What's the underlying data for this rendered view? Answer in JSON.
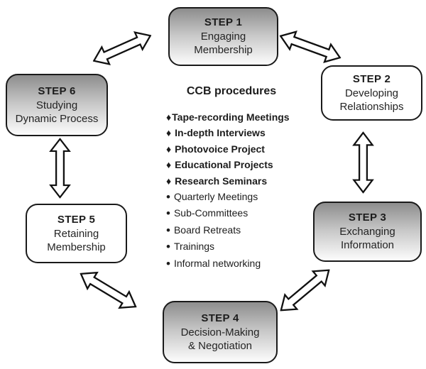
{
  "diagram": {
    "center": {
      "heading": "CCB procedures",
      "items": [
        {
          "bullet": "♦",
          "text": "Tape-recording Meetings",
          "bold": true
        },
        {
          "bullet": "♦",
          "text": "In-depth Interviews",
          "bold": true
        },
        {
          "bullet": "♦",
          "text": "Photovoice Project",
          "bold": true
        },
        {
          "bullet": "♦",
          "text": "Educational Projects",
          "bold": true
        },
        {
          "bullet": "♦",
          "text": "Research Seminars",
          "bold": true
        },
        {
          "bullet": "•",
          "text": "Quarterly Meetings",
          "bold": false
        },
        {
          "bullet": "•",
          "text": "Sub-Committees",
          "bold": false
        },
        {
          "bullet": "•",
          "text": "Board Retreats",
          "bold": false
        },
        {
          "bullet": "•",
          "text": "Trainings",
          "bold": false
        },
        {
          "bullet": "•",
          "text": "Informal networking",
          "bold": false
        }
      ]
    },
    "steps": [
      {
        "label": "STEP 1",
        "lines": [
          "Engaging",
          "Membership"
        ],
        "fill": "gradient"
      },
      {
        "label": "STEP 2",
        "lines": [
          "Developing",
          "Relationships"
        ],
        "fill": "white"
      },
      {
        "label": "STEP 3",
        "lines": [
          "Exchanging",
          "Information"
        ],
        "fill": "gradient"
      },
      {
        "label": "STEP 4",
        "lines": [
          "Decision-Making",
          "& Negotiation"
        ],
        "fill": "gradient"
      },
      {
        "label": "STEP 5",
        "lines": [
          "Retaining",
          "Membership"
        ],
        "fill": "white"
      },
      {
        "label": "STEP 6",
        "lines": [
          "Studying",
          "Dynamic Process"
        ],
        "fill": "gradient"
      }
    ],
    "arrows": [
      "step6-step1",
      "step1-step2",
      "step2-step3",
      "step3-step4",
      "step4-step5",
      "step5-step6"
    ],
    "colors": {
      "box_border": "#1a1a1a",
      "gradient_top": "#8d8d8d",
      "gradient_bottom": "#fcfcfc",
      "arrow_fill": "#ffffff",
      "arrow_stroke": "#111111"
    }
  }
}
